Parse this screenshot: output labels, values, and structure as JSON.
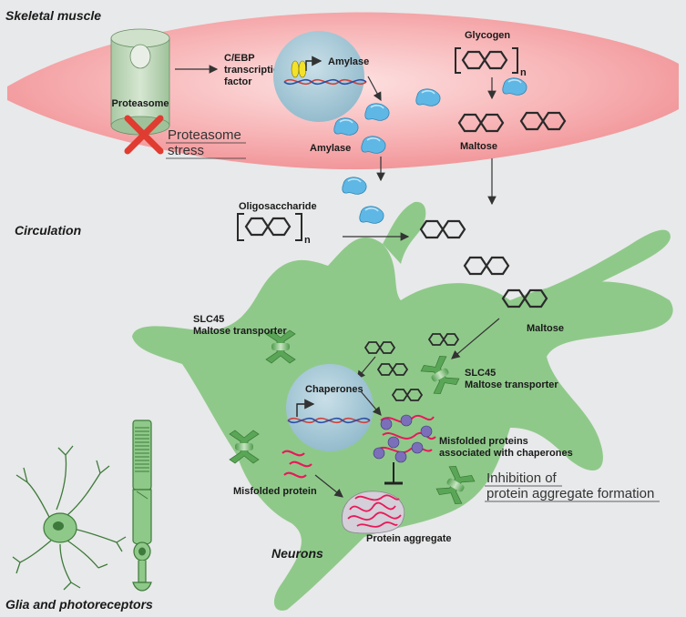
{
  "regions": {
    "skeletal_muscle": "Skeletal muscle",
    "circulation": "Circulation",
    "neurons": "Neurons",
    "glia_photoreceptors": "Glia and photoreceptors"
  },
  "muscle": {
    "proteasome": "Proteasome",
    "proteasome_stress": [
      "Proteasome",
      "stress"
    ],
    "cebp": [
      "C/EBP",
      "transcription",
      "factor"
    ],
    "amylase_gene": "Amylase",
    "amylase_protein": "Amylase",
    "glycogen": "Glycogen",
    "glycogen_n": "n",
    "maltose": "Maltose"
  },
  "circulation": {
    "oligosaccharide": "Oligosaccharide",
    "oligosaccharide_n": "n"
  },
  "neuron": {
    "slc45_left": [
      "SLC45",
      "Maltose transporter"
    ],
    "maltose": "Maltose",
    "slc45_right": [
      "SLC45",
      "Maltose transporter"
    ],
    "chaperones": "Chaperones",
    "misfolded_associated": [
      "Misfolded proteins",
      "associated with chaperones"
    ],
    "inhibition": [
      "Inhibition of",
      "protein aggregate formation"
    ],
    "misfolded_protein": "Misfolded protein",
    "protein_aggregate": "Protein aggregate"
  },
  "colors": {
    "muscle": "#f29a9d",
    "cell": "#8fc98a",
    "nucleus": "#a7c8d6",
    "amylase": "#5fb7e5",
    "misfolded": "#e8195a",
    "red_x": "#e03c31"
  }
}
